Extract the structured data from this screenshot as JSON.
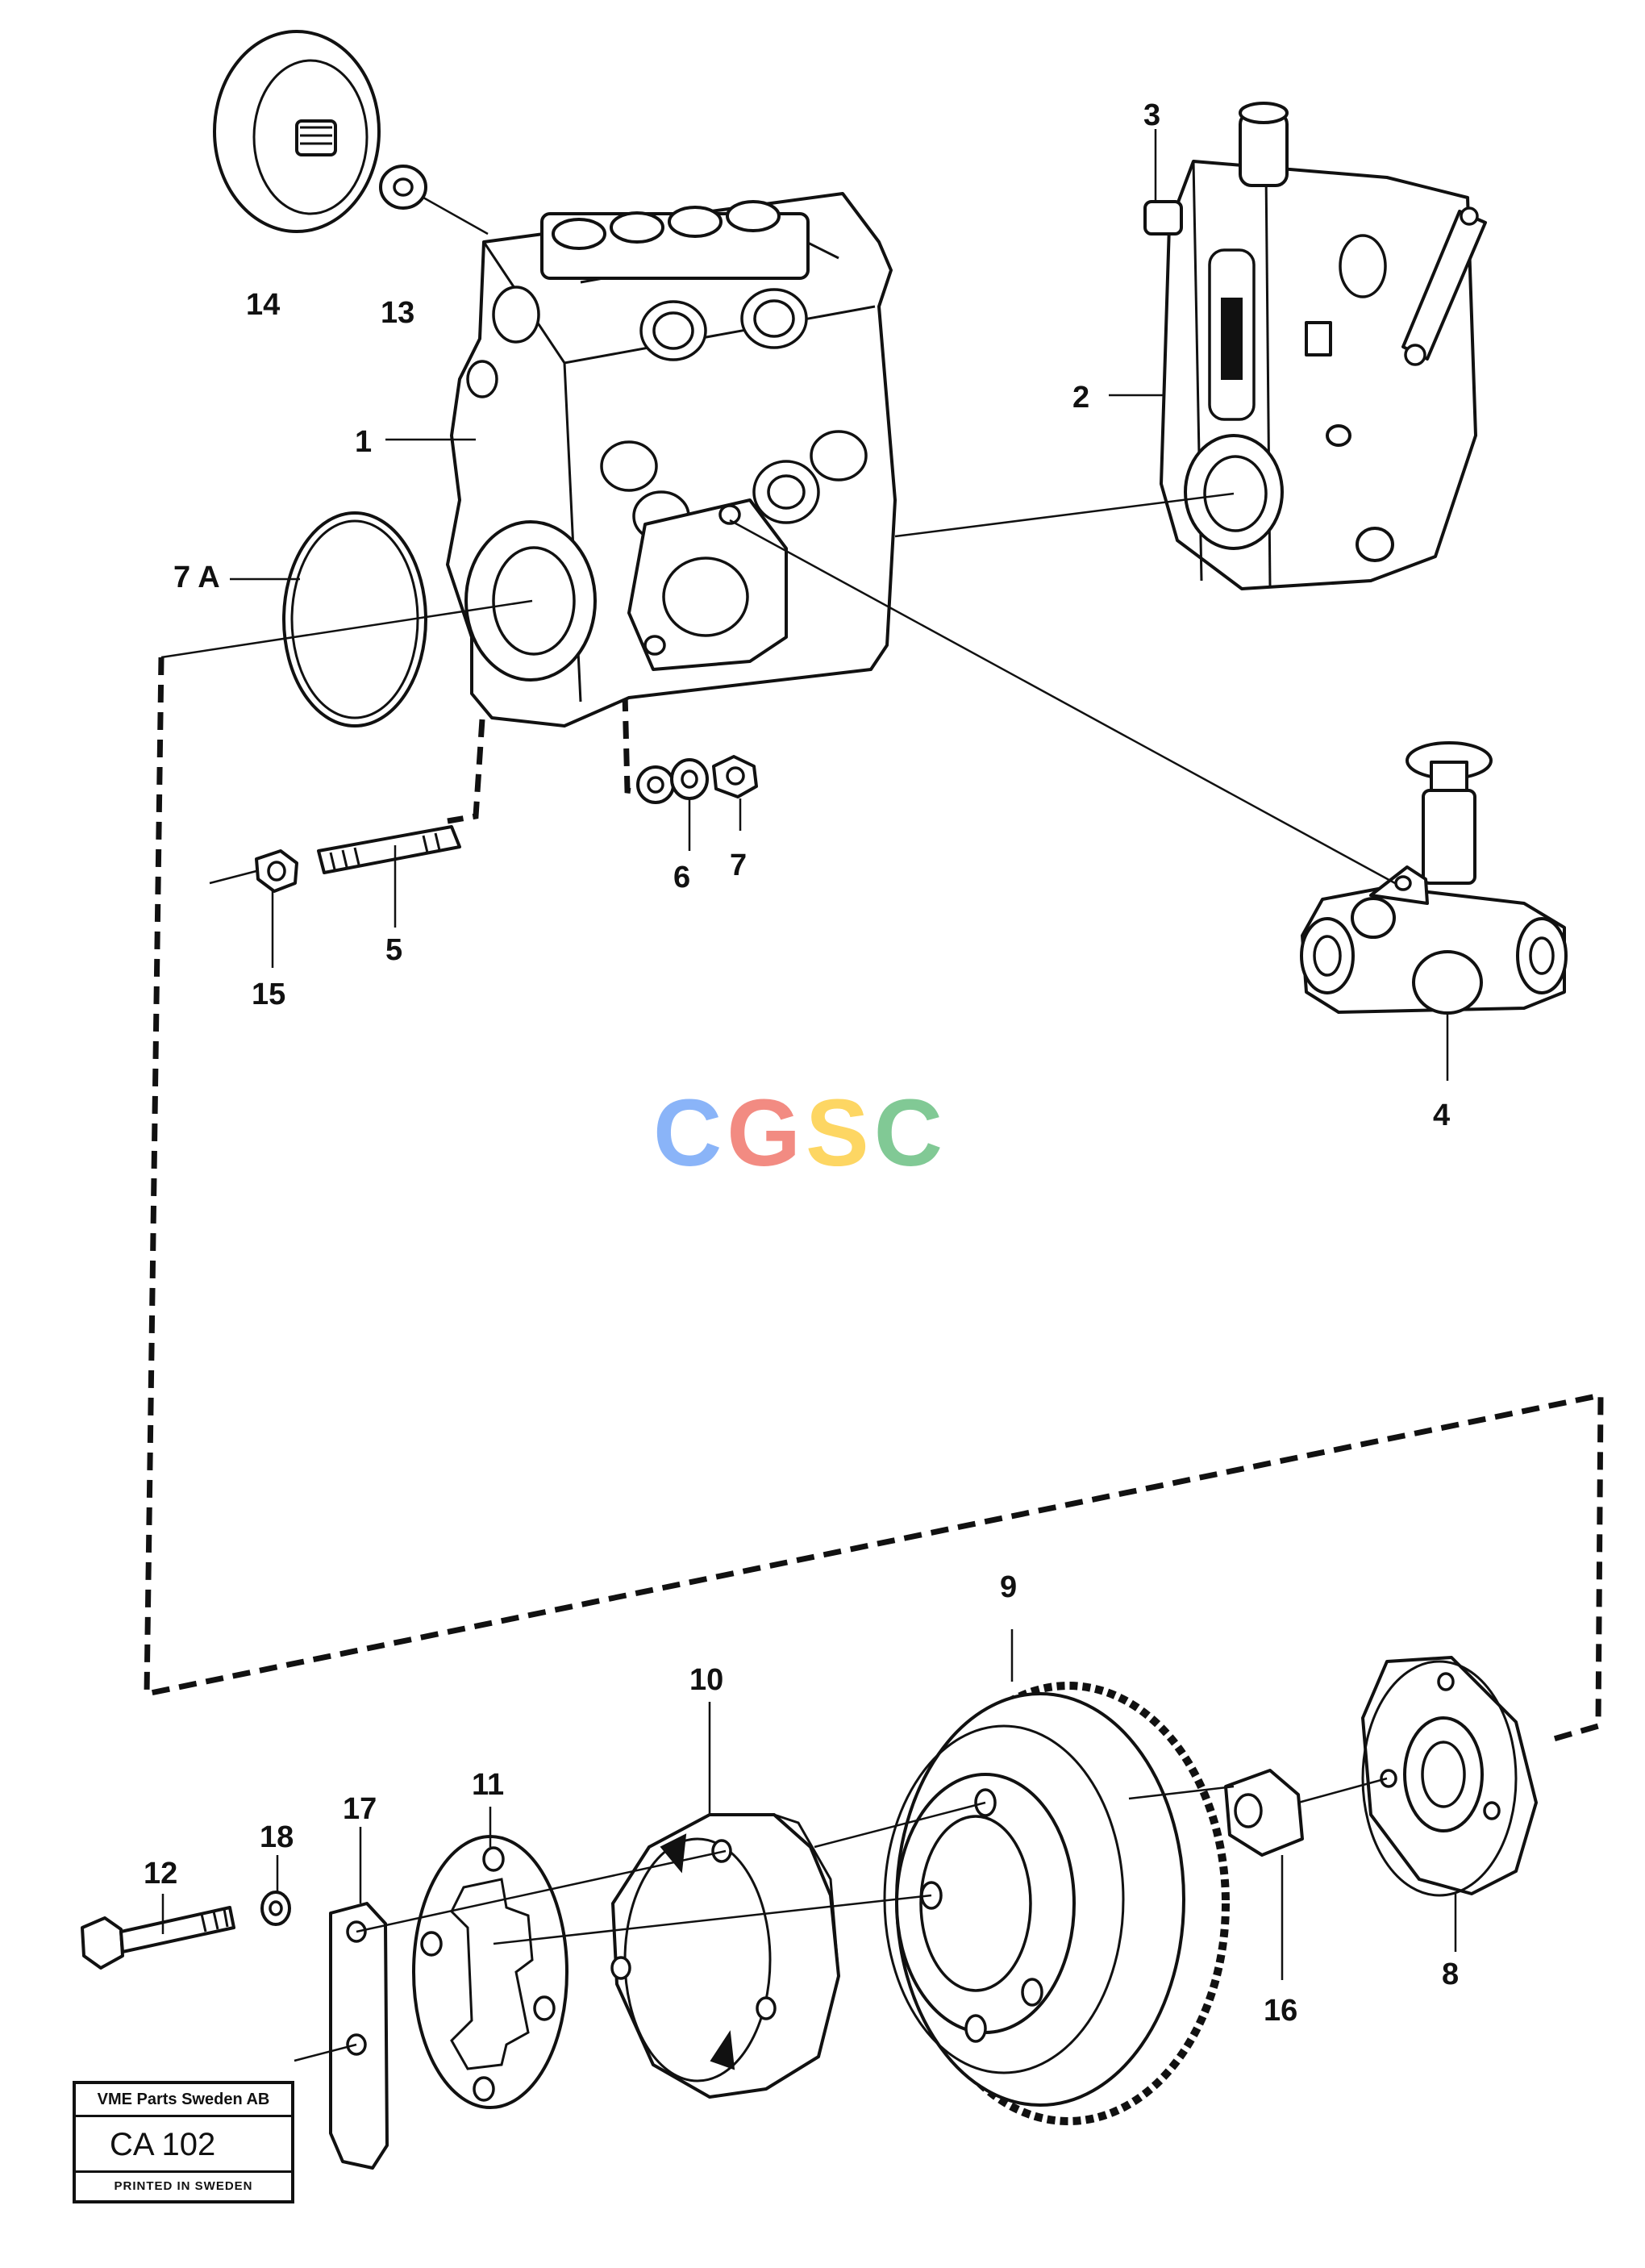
{
  "callouts": {
    "c1": "1",
    "c2": "2",
    "c3": "3",
    "c4": "4",
    "c5": "5",
    "c6": "6",
    "c7": "7",
    "c7a": "7 A",
    "c8": "8",
    "c9": "9",
    "c10": "10",
    "c11": "11",
    "c12": "12",
    "c13": "13",
    "c14": "14",
    "c15": "15",
    "c16": "16",
    "c17": "17",
    "c18": "18"
  },
  "stamp": {
    "company": "VME Parts Sweden AB",
    "code": "CA 102",
    "printed": "PRINTED IN SWEDEN"
  },
  "watermark": {
    "letter1": "C",
    "letter2": "G",
    "letter3": "S",
    "letter4": "C",
    "colors": [
      "#8ab4f8",
      "#f28b82",
      "#fdd663",
      "#81c995"
    ]
  }
}
